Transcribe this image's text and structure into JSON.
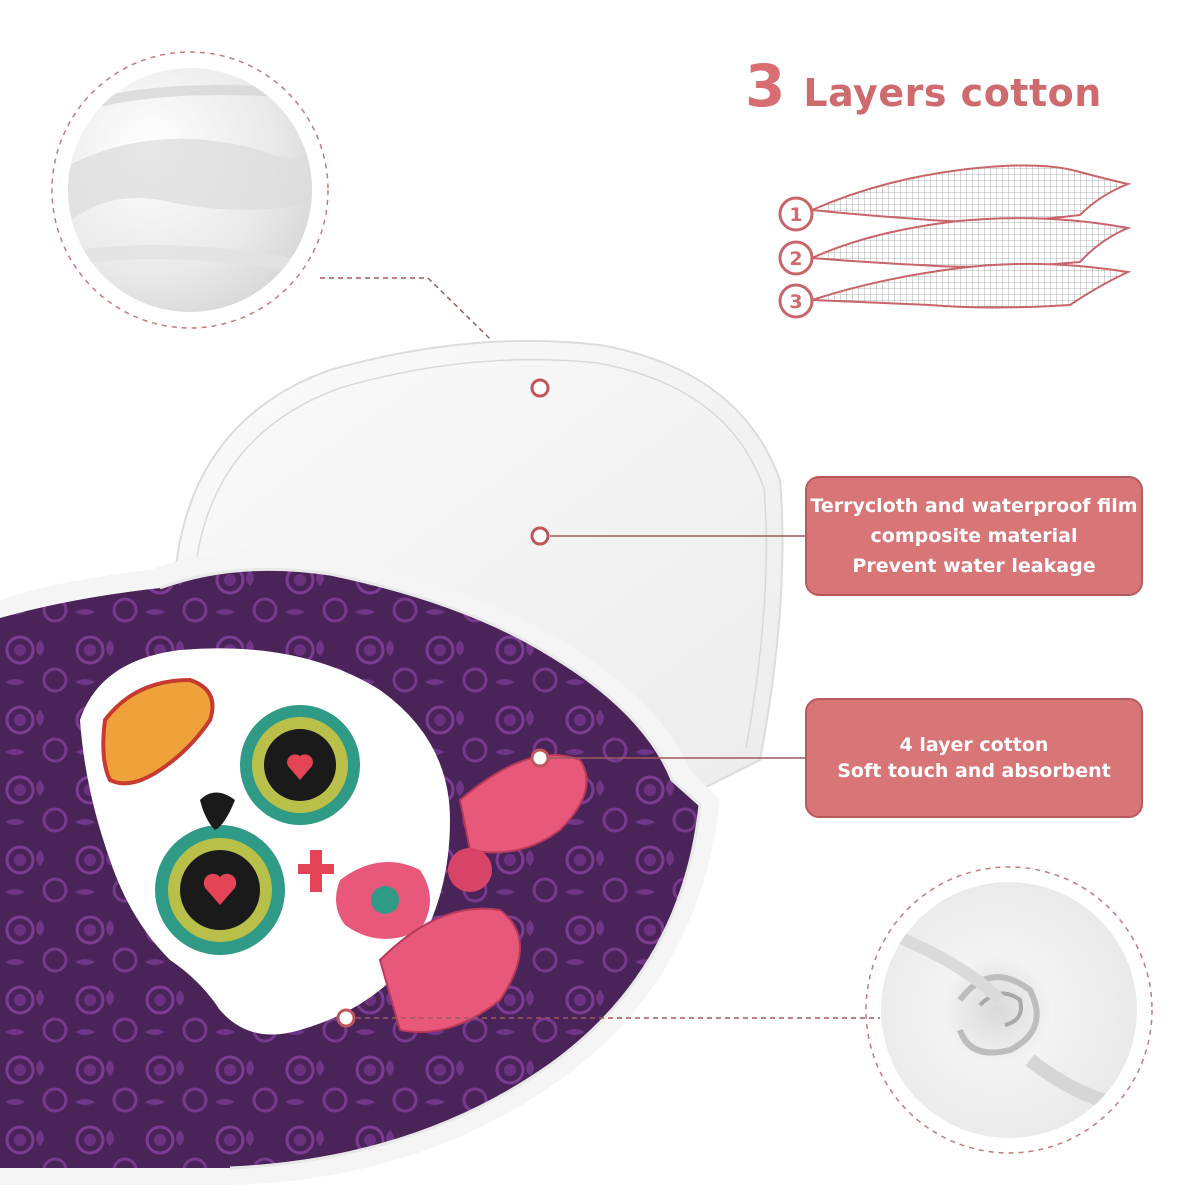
{
  "header": {
    "number": "3",
    "title": "Layers cotton"
  },
  "layers": {
    "labels": [
      "1",
      "2",
      "3"
    ]
  },
  "callouts": [
    {
      "lines": [
        "Terrycloth and waterproof film",
        "composite material",
        "Prevent water leakage"
      ]
    },
    {
      "lines": [
        "4 layer cotton",
        "Soft touch and absorbent"
      ]
    }
  ],
  "colors": {
    "accent": "#d77577",
    "accent_dark": "#b85a5e",
    "purple": "#5b2a6e",
    "bow_pink": "#e8587a"
  }
}
